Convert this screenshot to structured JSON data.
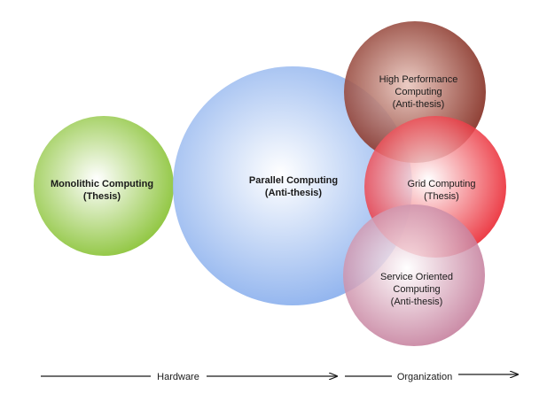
{
  "circles": {
    "monolithic": {
      "line1": "Monolithic Computing",
      "line2": "(Thesis)",
      "color": "#9ccc3c"
    },
    "parallel": {
      "line1": "Parallel Computing",
      "line2": "(Anti-thesis)",
      "color": "#8fb6ee"
    },
    "hpc": {
      "line1": "High Performance",
      "line2": "Computing",
      "line3": "(Anti-thesis)",
      "color": "#8a3327"
    },
    "grid": {
      "line1": "Grid Computing",
      "line2": "(Thesis)",
      "color": "#ee1c24"
    },
    "soc": {
      "line1": "Service Oriented",
      "line2": "Computing",
      "line3": "(Anti-thesis)",
      "color": "#c9879f"
    }
  },
  "axis": {
    "hardware_label": "Hardware",
    "organization_label": "Organization",
    "arrow_color": "#1a1a1a"
  }
}
